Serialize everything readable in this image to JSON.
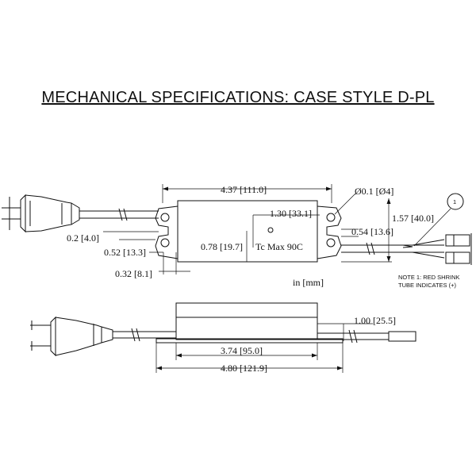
{
  "title": "MECHANICAL SPECIFICATIONS: CASE STYLE D-PL",
  "dimensions": {
    "length_top": "4.37 [111.0]",
    "hole_dia": "Ø0.1 [Ø4]",
    "hole_offset_x": "1.30 [33.1]",
    "height_total": "1.57 [40.0]",
    "hole_spacing_right": "0.54 [13.6]",
    "edge_02": "0.2 [4.0]",
    "hole_spacing_left": "0.52 [13.3]",
    "body_height": "0.78 [19.7]",
    "tc_max": "Tc Max 90C",
    "edge_032": "0.32 [8.1]",
    "units": "in [mm]",
    "side_height": "1.00 [25.5]",
    "body_length_side": "3.74 [95.0]",
    "overall_length_side": "4.80 [121.9]"
  },
  "note": {
    "line1": "NOTE 1: RED SHRINK",
    "line2": "TUBE INDICATES (+)",
    "callout": "1"
  }
}
